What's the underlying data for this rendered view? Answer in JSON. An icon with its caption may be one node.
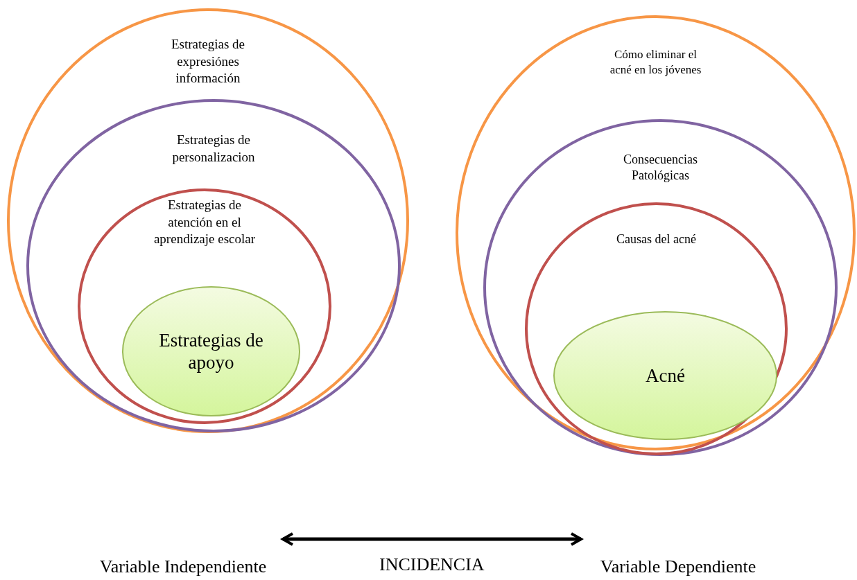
{
  "diagram": {
    "nodes": [
      {
        "text": [
          "Estrategias de expresiónes información"
        ]
      },
      {
        "text": [
          "Estrategias de personalizacion"
        ],
        "in": 0
      },
      {
        "text": [
          "Estrategias de atención en el aprendizaje escolar"
        ],
        "in": 1
      },
      {
        "text": [
          "Estrategias de apoyo"
        ],
        "in": 2
      },
      {
        "text": [
          "Cómo eliminar el acné en los jóvenes"
        ]
      },
      {
        "text": [
          "Consecuencias Patológicas"
        ],
        "in": 4
      },
      {
        "text": [
          "Causas del acné"
        ],
        "in": 5
      },
      {
        "text": [
          "Acné"
        ],
        "in": 6
      },
      {
        "text": [
          "Variable Independiente"
        ]
      },
      {
        "text": [
          "Variable Dependiente"
        ]
      }
    ],
    "edges": [
      {
        "from": 8,
        "to": 9,
        "arrow": "both",
        "label": "INCIDENCIA"
      }
    ]
  }
}
